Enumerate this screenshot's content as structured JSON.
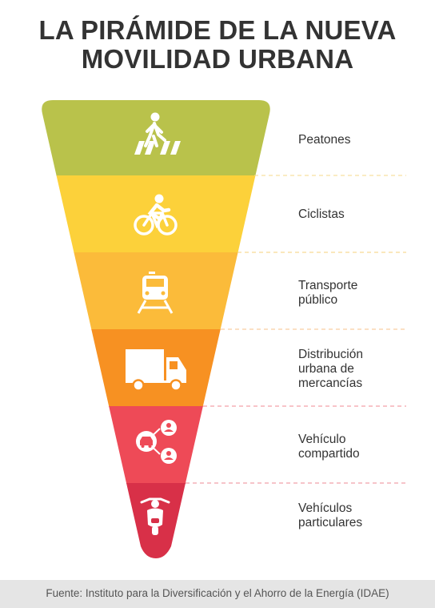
{
  "title": {
    "line1": "LA PIRÁMIDE DE LA NUEVA",
    "line2": "MOVILIDAD URBANA"
  },
  "levels": [
    {
      "label": "Peatones",
      "icon": "pedestrian-icon",
      "color": "#b9c24b"
    },
    {
      "label": "Ciclistas",
      "icon": "cyclist-icon",
      "color": "#fcd13a"
    },
    {
      "label": "Transporte público",
      "icon": "train-icon",
      "color": "#fbbb3a"
    },
    {
      "label": "Distribución urbana de mercancías",
      "icon": "truck-icon",
      "color": "#f79122"
    },
    {
      "label": "Vehículo compartido",
      "icon": "shared-car-icon",
      "color": "#ee4a57"
    },
    {
      "label": "Vehículos particulares",
      "icon": "scooter-icon",
      "color": "#d83048"
    }
  ],
  "footer": "Fuente: Instituto para la Diversificación y el Ahorro de la Energía (IDAE)"
}
